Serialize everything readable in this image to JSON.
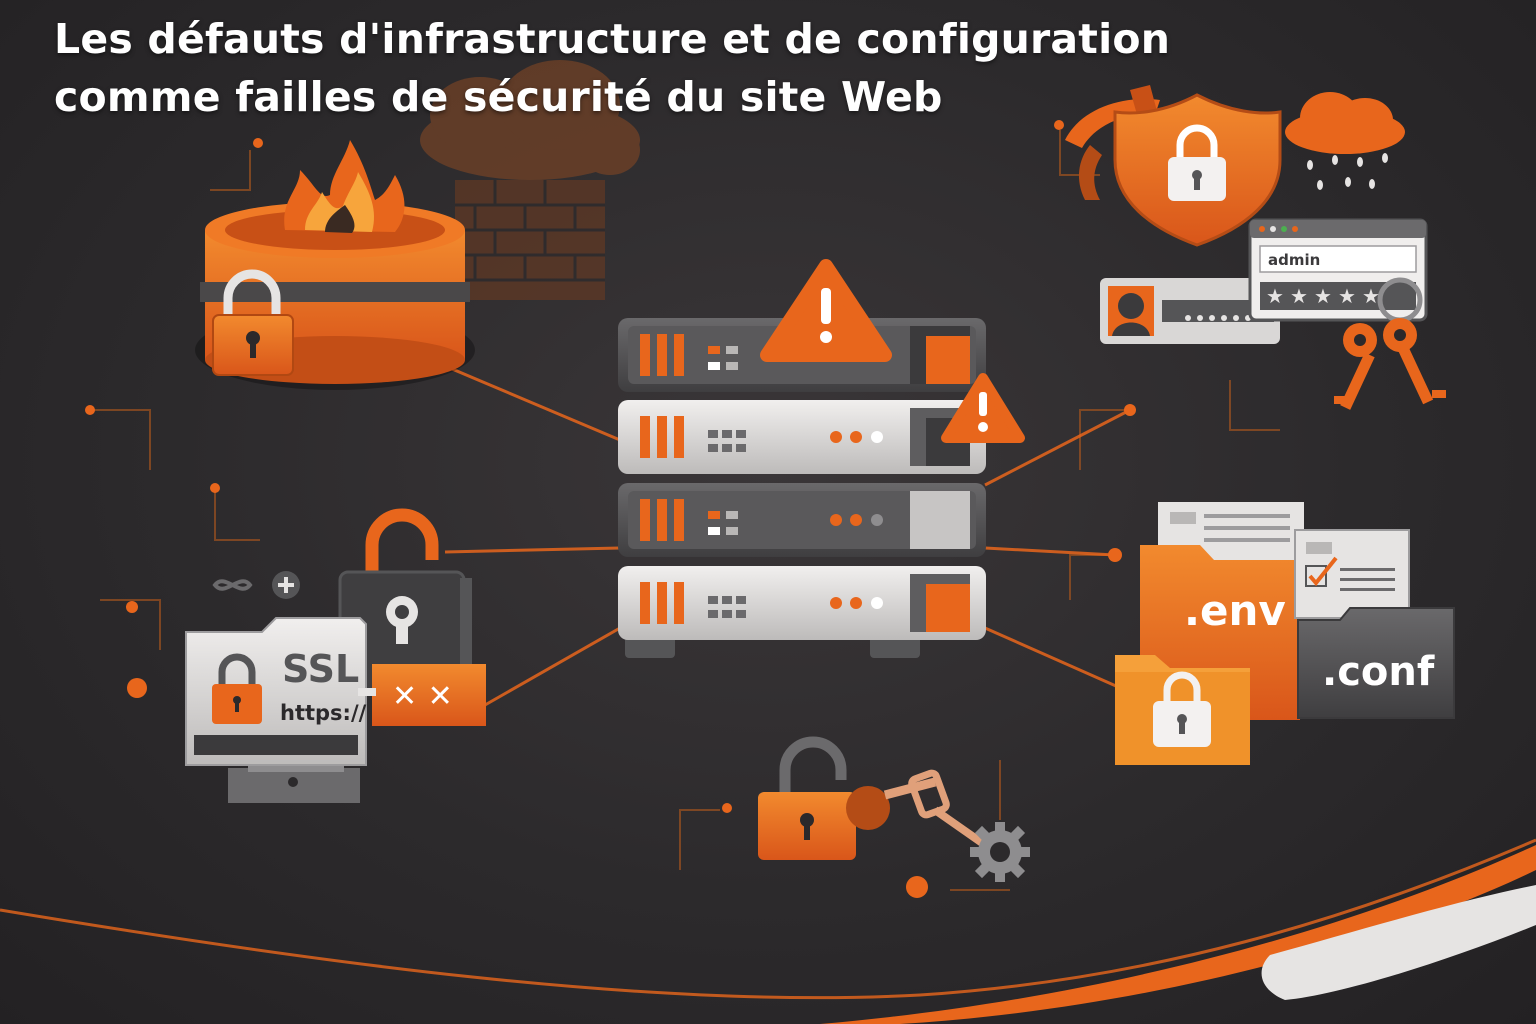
{
  "title": {
    "line1": "Les défauts d'infrastructure et de configuration",
    "line2": "comme failles de sécurité du site Web"
  },
  "labels": {
    "ssl": "SSL",
    "https": "https://",
    "admin": "admin",
    "env": ".env",
    "conf": ".conf",
    "cred_mask": "✕ ✕"
  },
  "colors": {
    "background": "#2c2a2c",
    "accent": "#e8661c",
    "accent_light": "#f5a03a",
    "panel_light": "#e9e7e6",
    "panel_dark": "#555557",
    "text": "#ffffff"
  },
  "icons": [
    "fire-icon",
    "database-icon",
    "padlock-icon",
    "brick-wall-icon",
    "cloud-icon",
    "warning-icon",
    "server-rack-icon",
    "shield-icon",
    "key-icon",
    "rain-cloud-icon",
    "monitor-icon",
    "folder-icon",
    "gear-icon",
    "checklist-icon"
  ]
}
